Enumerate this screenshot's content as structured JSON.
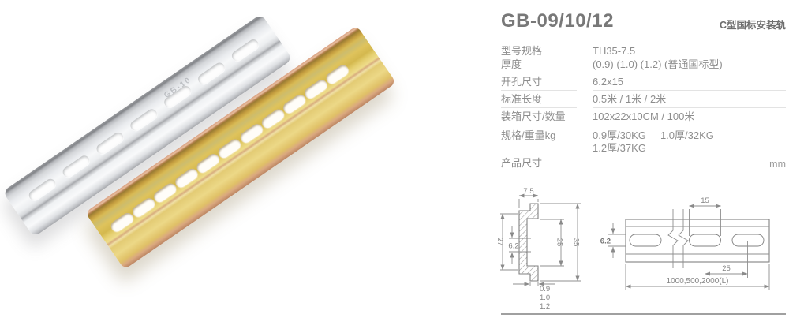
{
  "header": {
    "model": "GB-09/10/12",
    "category": "C型国标安装轨"
  },
  "specs": {
    "rows": [
      {
        "label": "型号规格",
        "label2": "厚度",
        "value": "TH35-7.5",
        "value2": "(0.9) (1.0) (1.2) (普通国标型)"
      },
      {
        "label": "开孔尺寸",
        "value": "6.2x15"
      },
      {
        "label": "标准长度",
        "value": "0.5米 / 1米 / 2米"
      },
      {
        "label": "装箱尺寸/数量",
        "value": "102x22x10CM / 100米"
      },
      {
        "label": "规格/重量kg",
        "value": "0.9厚/30KG",
        "value_b": "1.0厚/32KG",
        "value2": "1.2厚/37KG"
      }
    ]
  },
  "section": {
    "title": "产品尺寸",
    "unit": "mm"
  },
  "diagram": {
    "cross_section": {
      "top_width": "7.5",
      "left_height": "27",
      "slot_width": "6.2",
      "inner_height": "25",
      "total_height": "35",
      "thickness": [
        "0.9",
        "1.0",
        "1.2"
      ]
    },
    "top_view": {
      "slot_length": "15",
      "slot_width": "6.2",
      "hole_pitch": "25",
      "length": "1000,500,2000(L)"
    }
  },
  "photo": {
    "stamp": "GB-10"
  },
  "colors": {
    "silver_rail": "#e9ebee",
    "gold_rail": "#d8ba55",
    "text_grey": "#8a8a8a",
    "rule_grey": "#b5b5b5"
  }
}
